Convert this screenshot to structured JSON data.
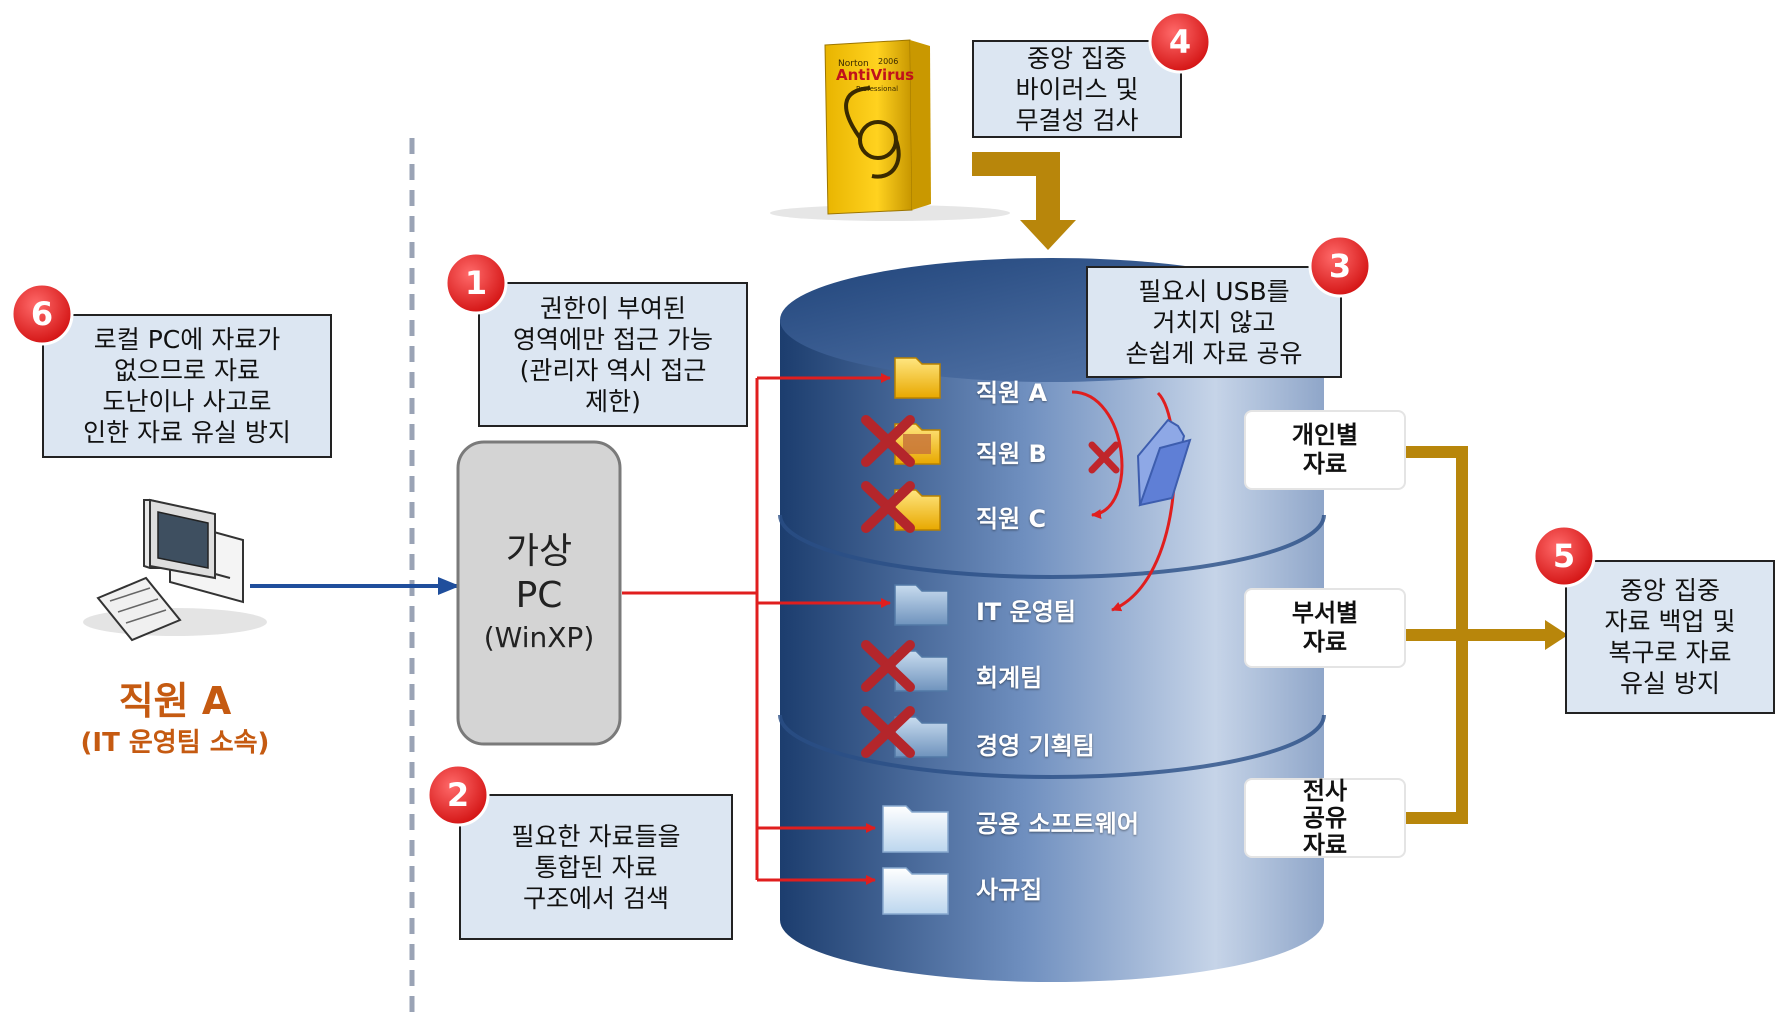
{
  "colors": {
    "dashed_divider": "#9aa3b5",
    "database_dark": "#1c3d6e",
    "database_light": "#c6d4e8",
    "note_fill": "#dce6f2",
    "red_arrow": "#e01e1e",
    "blue_arrow": "#1f4e9c",
    "gold_arrow": "#b8860b",
    "badge_red": "#e02020",
    "employee_text": "#c55a11"
  },
  "badges": {
    "b1": "1",
    "b2": "2",
    "b3": "3",
    "b4": "4",
    "b5": "5",
    "b6": "6"
  },
  "notes": {
    "n1": [
      "권한이 부여된",
      "영역에만 접근 가능",
      "(관리자 역시 접근",
      "제한)"
    ],
    "n2": [
      "필요한 자료들을",
      "통합된 자료",
      "구조에서 검색"
    ],
    "n3": [
      "필요시 USB를",
      "거치지 않고",
      "손쉽게 자료 공유"
    ],
    "n4": [
      "중앙 집중",
      "바이러스 및",
      "무결성 검사"
    ],
    "n5": [
      "중앙 집중",
      "자료 백업 및",
      "복구로 자료",
      "유실 방지"
    ],
    "n6": [
      "로컬 PC에 자료가",
      "없으므로 자료",
      "도난이나 사고로",
      "인한 자료 유실 방지"
    ]
  },
  "virtual_pc": {
    "line1": "가상",
    "line2": "PC",
    "line3": "(WinXP)"
  },
  "employee": {
    "name": "직원 A",
    "dept": "(IT 운영팀 소속)"
  },
  "folders": {
    "emp_a": "직원 A",
    "emp_b": "직원 B",
    "emp_c": "직원 C",
    "it_team": "IT 운영팀",
    "accounting": "회계팀",
    "planning": "경영 기획팀",
    "software": "공용 소프트웨어",
    "rules": "사규집"
  },
  "categories": {
    "personal": [
      "개인별",
      "자료"
    ],
    "department": [
      "부서별",
      "자료"
    ],
    "company": [
      "전사",
      "공유",
      "자료"
    ]
  },
  "antivirus_box": {
    "brand": "Norton",
    "product": "AntiVirus",
    "year": "2006",
    "edition": "Professional"
  },
  "icons": {
    "computer": "desktop-computer-icon",
    "antivirus": "norton-antivirus-box-icon",
    "folder_open": "open-folder-icon",
    "folder": "folder-icon",
    "deny": "red-x-icon"
  }
}
